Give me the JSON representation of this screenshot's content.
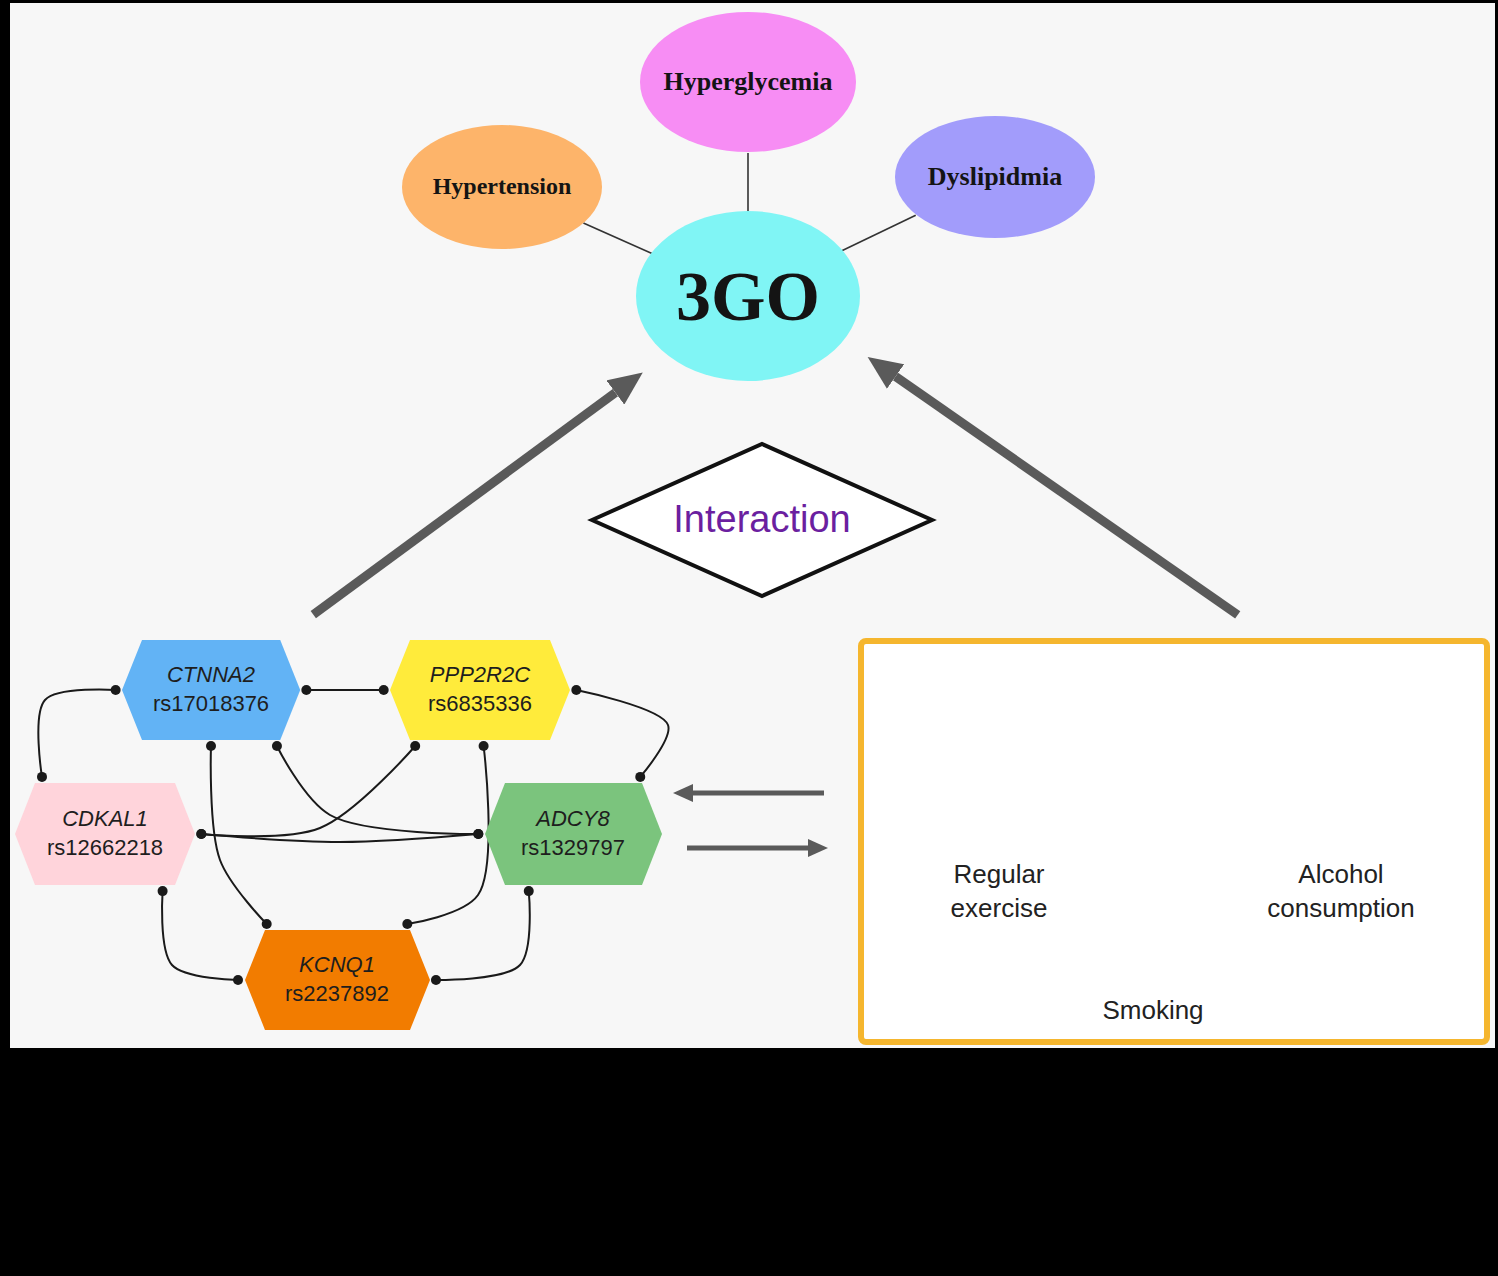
{
  "diagram": {
    "nodes": [
      {
        "text": [
          "Hyperglycemia"
        ]
      },
      {
        "text": [
          "Hypertension"
        ]
      },
      {
        "text": [
          "Dyslipidmia"
        ]
      },
      {
        "text": [
          "3GO"
        ]
      },
      {
        "text": [
          "Interaction"
        ]
      },
      {
        "text": [
          "CTNNA2",
          "rs17018376"
        ]
      },
      {
        "text": [
          "PPP2R2C",
          "rs6835336"
        ]
      },
      {
        "text": [
          "CDKAL1",
          "rs12662218"
        ]
      },
      {
        "text": [
          "ADCY8",
          "rs1329797"
        ]
      },
      {
        "text": [
          "KCNQ1",
          "rs2237892"
        ]
      },
      {
        "text": [
          "Regular exercise",
          "Alcohol consumption",
          "Smoking"
        ]
      }
    ],
    "edges": [
      {
        "from": 1,
        "to": 3,
        "arrow": "none"
      },
      {
        "from": 0,
        "to": 3,
        "arrow": "none"
      },
      {
        "from": 2,
        "to": 3,
        "arrow": "none"
      },
      {
        "from": 5,
        "to": 3,
        "arrow": "to"
      },
      {
        "from": 10,
        "to": 3,
        "arrow": "to"
      },
      {
        "from": 5,
        "to": 7,
        "arrow": "none"
      },
      {
        "from": 5,
        "to": 6,
        "arrow": "none"
      },
      {
        "from": 6,
        "to": 8,
        "arrow": "none"
      },
      {
        "from": 5,
        "to": 8,
        "arrow": "none"
      },
      {
        "from": 5,
        "to": 9,
        "arrow": "none"
      },
      {
        "from": 6,
        "to": 7,
        "arrow": "none"
      },
      {
        "from": 6,
        "to": 9,
        "arrow": "none"
      },
      {
        "from": 7,
        "to": 8,
        "arrow": "none"
      },
      {
        "from": 7,
        "to": 9,
        "arrow": "none"
      },
      {
        "from": 8,
        "to": 9,
        "arrow": "none"
      },
      {
        "from": 10,
        "to": 8,
        "arrow": "to"
      },
      {
        "from": 8,
        "to": 10,
        "arrow": "to"
      }
    ]
  }
}
